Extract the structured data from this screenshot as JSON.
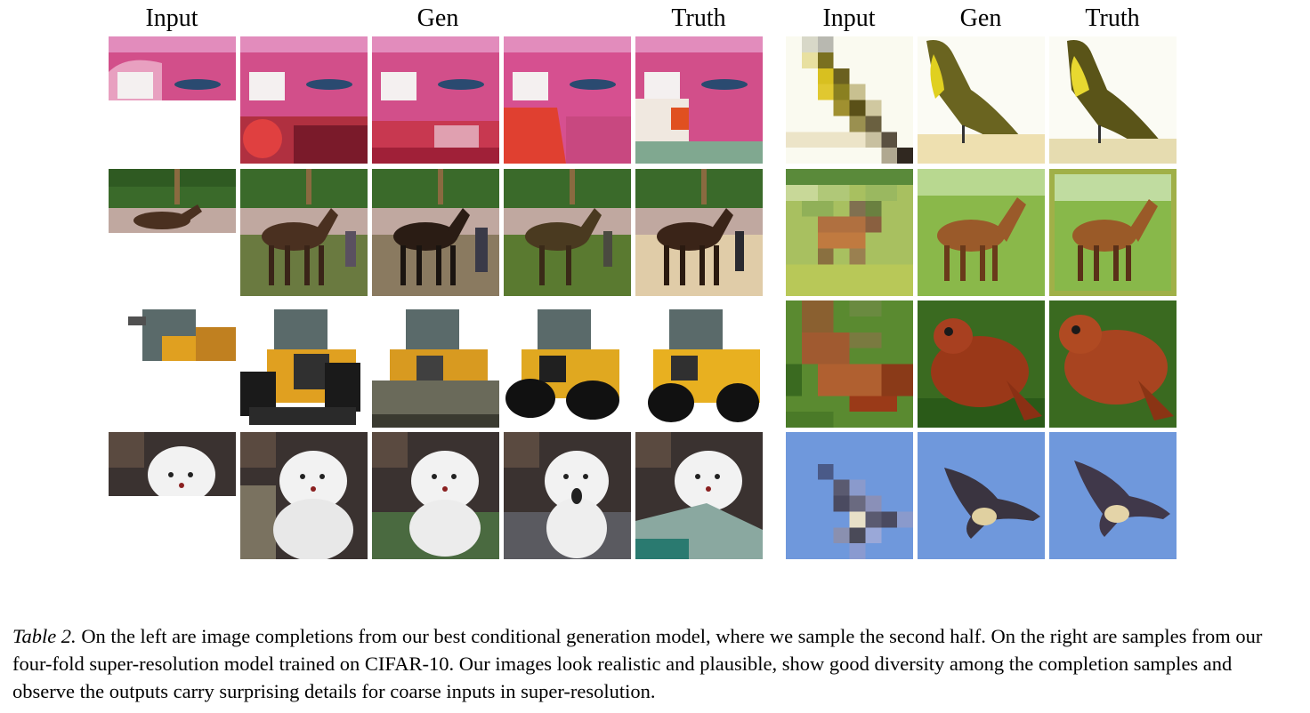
{
  "headers": {
    "left_input": "Input",
    "left_gen": "Gen",
    "left_truth": "Truth",
    "right_input": "Input",
    "right_gen": "Gen",
    "right_truth": "Truth"
  },
  "caption": {
    "label": "Table 2.",
    "text": " On the left are image completions from our best conditional generation model, where we sample the second half. On the right are samples from our four-fold super-resolution model trained on CIFAR-10. Our images look realistic and plausible, show good diversity among the completion samples and observe the outputs carry surprising details for coarse inputs in super-resolution."
  },
  "colors": {
    "car_pink": "#d4508a",
    "horse_brown": "#4a3020",
    "grass_green": "#5a8a3a",
    "truck_yellow": "#e0a020",
    "dog_white": "#f2f2f2",
    "bird_yellow": "#c8b020",
    "sky_blue": "#6f98dc",
    "frog_red": "#9a3818"
  },
  "left_rows": [
    {
      "subject": "car"
    },
    {
      "subject": "horse"
    },
    {
      "subject": "truck"
    },
    {
      "subject": "dog"
    }
  ],
  "right_rows": [
    {
      "subject": "yellow-bird"
    },
    {
      "subject": "horse"
    },
    {
      "subject": "frog"
    },
    {
      "subject": "bird-in-sky"
    }
  ]
}
